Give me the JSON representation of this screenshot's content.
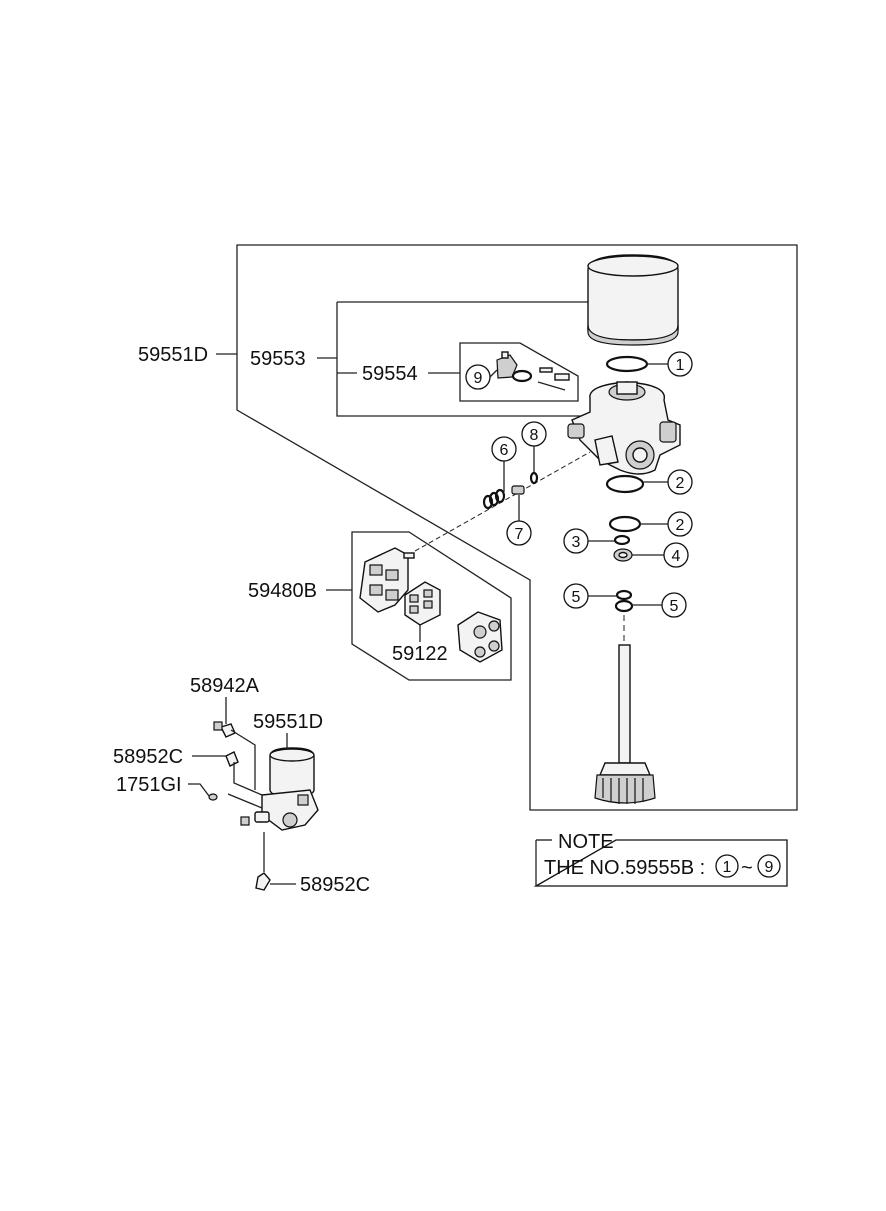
{
  "callouts": {
    "c1": "1",
    "c2a": "2",
    "c2b": "2",
    "c3": "3",
    "c4": "4",
    "c5a": "5",
    "c5b": "5",
    "c6": "6",
    "c7": "7",
    "c8": "8",
    "c9": "9"
  },
  "part_labels": {
    "assy_main": "59551D",
    "housing": "59553",
    "kit": "59554",
    "valve": "59480B",
    "gasket": "59122",
    "fitting_elbow": "58942A",
    "fitting_upper": "58952C",
    "plug": "1751GI",
    "assy_small": "59551D",
    "fitting_lower": "58952C"
  },
  "note": {
    "title": "NOTE",
    "text": "THE NO.59555B :",
    "range_start": "1",
    "tilde": "~",
    "range_end": "9"
  }
}
